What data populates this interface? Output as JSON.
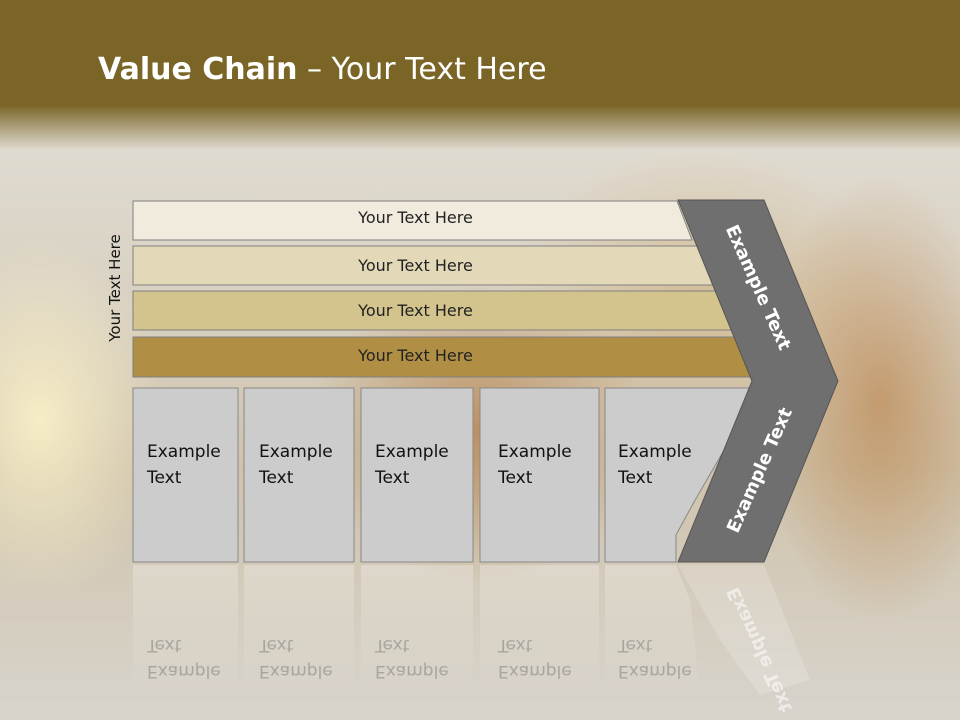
{
  "title": {
    "bold": "Value Chain",
    "rest": " – Your Text Here"
  },
  "side_label": "Your Text Here",
  "bands": [
    "Your Text Here",
    "Your Text Here",
    "Your Text Here",
    "Your Text Here"
  ],
  "cells": [
    "Example\nText",
    "Example\nText",
    "Example\nText",
    "Example\nText",
    "Example\nText"
  ],
  "arrow": {
    "upper": "Example Text",
    "lower": "Example Text"
  },
  "colors": {
    "header": "#7a6526",
    "band1": "#f0ebdc",
    "band2": "#e3d9b8",
    "band3": "#d3c48e",
    "band4": "#b08f45",
    "cell": "#cccccc",
    "arrow": "#6f6f6f"
  }
}
